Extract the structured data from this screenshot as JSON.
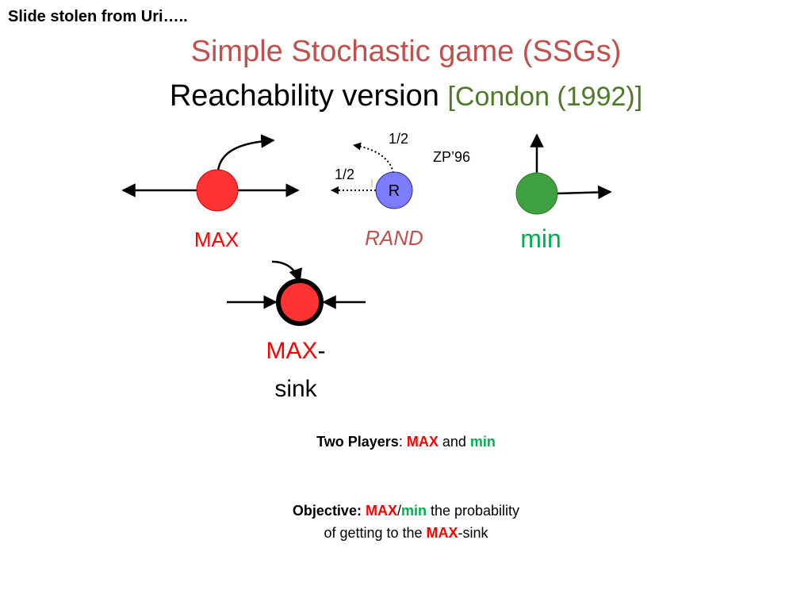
{
  "credit": "Slide stolen from Uri…..",
  "title": "Simple Stochastic game (SSGs)",
  "subtitle": {
    "main": "Reachability version ",
    "citation": "[Condon (1992)]"
  },
  "diagram": {
    "max_label": "MAX",
    "rand_label": "RAND",
    "rand_node": "R",
    "prob_top": "1/2",
    "prob_left": "1/2",
    "reference": "ZP’96",
    "min_label": "min",
    "sink_label_max": "MAX",
    "sink_label_dash": "-",
    "sink_label_sink": "sink"
  },
  "players": {
    "prefix": "Two Players",
    "colon": ": ",
    "max": "MAX",
    "and": " and ",
    "min": "min"
  },
  "objective": {
    "prefix": "Objective: ",
    "max": "MAX",
    "slash": "/",
    "min": "min",
    "line1_rest": " the probability",
    "line2_start": "of getting to the ",
    "line2_max": "MAX",
    "line2_end": "-sink"
  },
  "colors": {
    "title": "#c0504d",
    "citation": "#4f7a28",
    "max": "#ff0000",
    "min": "#00b050",
    "rand_fill": "#7c7cff",
    "min_fill": "#3fa040"
  }
}
